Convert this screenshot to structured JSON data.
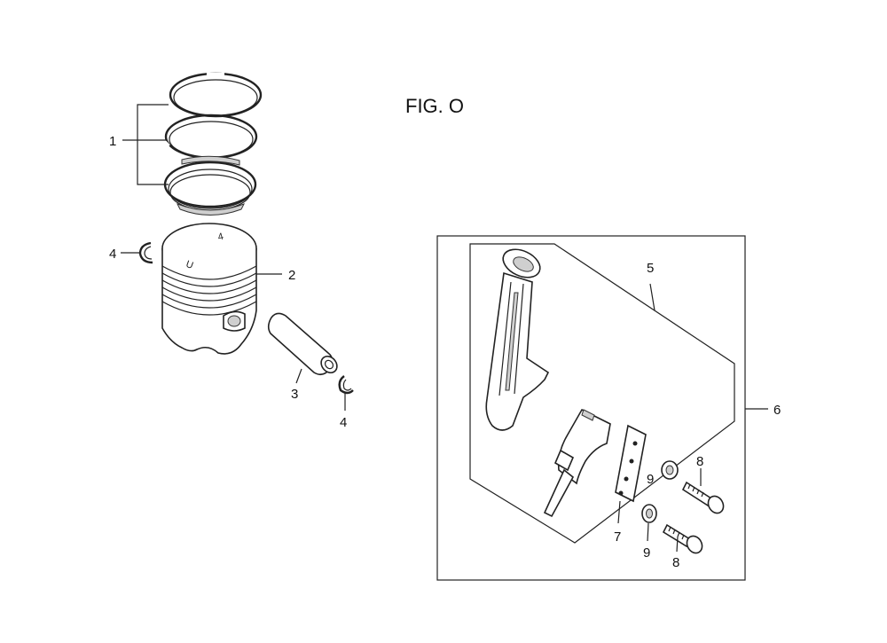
{
  "figure": {
    "title": "FIG. O"
  },
  "callouts": {
    "rings": "1",
    "piston": "2",
    "pin": "3",
    "clip_left": "4",
    "clip_right": "4",
    "rod": "5",
    "rod_assy": "6",
    "plate": "7",
    "bolt_top": "8",
    "bolt_bottom": "8",
    "washer_top": "9",
    "washer_bottom": "9"
  },
  "parts": {
    "rings": "piston-ring-set",
    "piston": "piston",
    "pin": "piston-pin",
    "clip": "piston-pin-clip",
    "rod": "connecting-rod",
    "rod_assy": "connecting-rod-assembly",
    "plate": "oil-dipper-plate",
    "bolt": "connecting-rod-bolt",
    "washer": "lock-washer"
  }
}
